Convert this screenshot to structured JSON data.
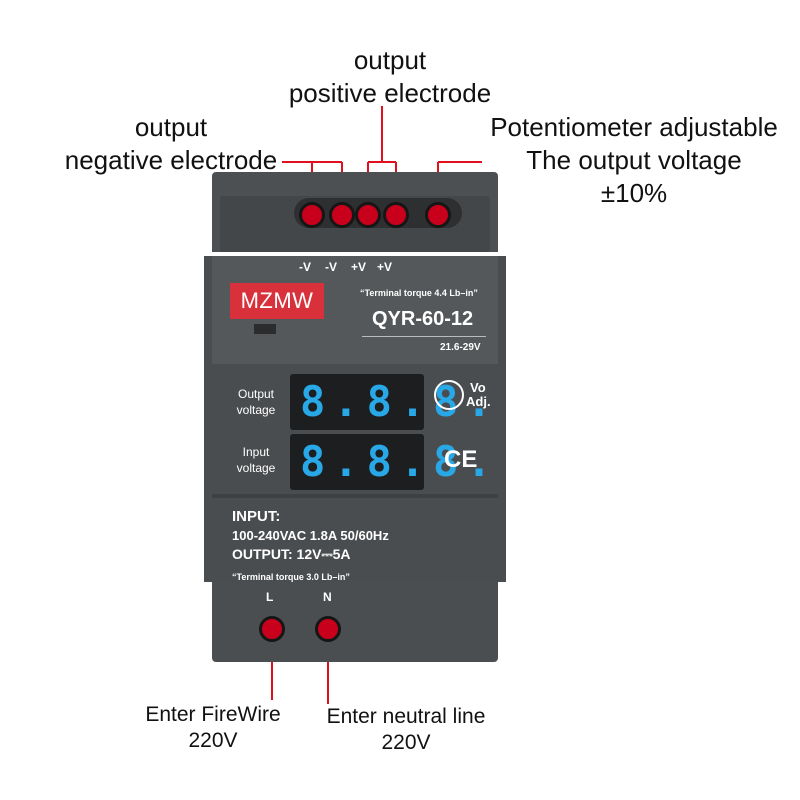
{
  "callouts": {
    "output_positive_line1": "output",
    "output_positive_line2": "positive electrode",
    "output_negative_line1": "output",
    "output_negative_line2": "negative electrode",
    "potentiometer_line1": "Potentiometer adjustable",
    "potentiometer_line2": "The output voltage",
    "potentiometer_line3": "±10%",
    "firewire_line1": "Enter FireWire",
    "firewire_line2": "220V",
    "neutral_line1": "Enter neutral line",
    "neutral_line2": "220V"
  },
  "device": {
    "polarity": [
      "-V",
      "-V",
      "+V",
      "+V"
    ],
    "brand": "MZMW",
    "torque_top": "“Terminal torque 4.4 Lb–in”",
    "model": "QYR-60-12",
    "range": "21.6-29V",
    "output_voltage_label_1": "Output",
    "output_voltage_label_2": "voltage",
    "input_voltage_label_1": "Input",
    "input_voltage_label_2": "voltage",
    "display_digits": "8.8.8.",
    "vo_adj_1": "Vo",
    "vo_adj_2": "Adj.",
    "ce_mark": "CE",
    "input_title": "INPUT:",
    "input_spec": "100-240VAC 1.8A 50/60Hz",
    "output_spec": "OUTPUT: 12V⎓5A",
    "torque_bottom": "“Terminal torque 3.0 Lb–in”",
    "terminal_L": "L",
    "terminal_N": "N"
  },
  "colors": {
    "housing": "#4a4d4f",
    "screw": "#c8001c",
    "callout_line": "#e0101e",
    "display_segment": "#29a8e8",
    "logo_bg": "#d9313b"
  }
}
